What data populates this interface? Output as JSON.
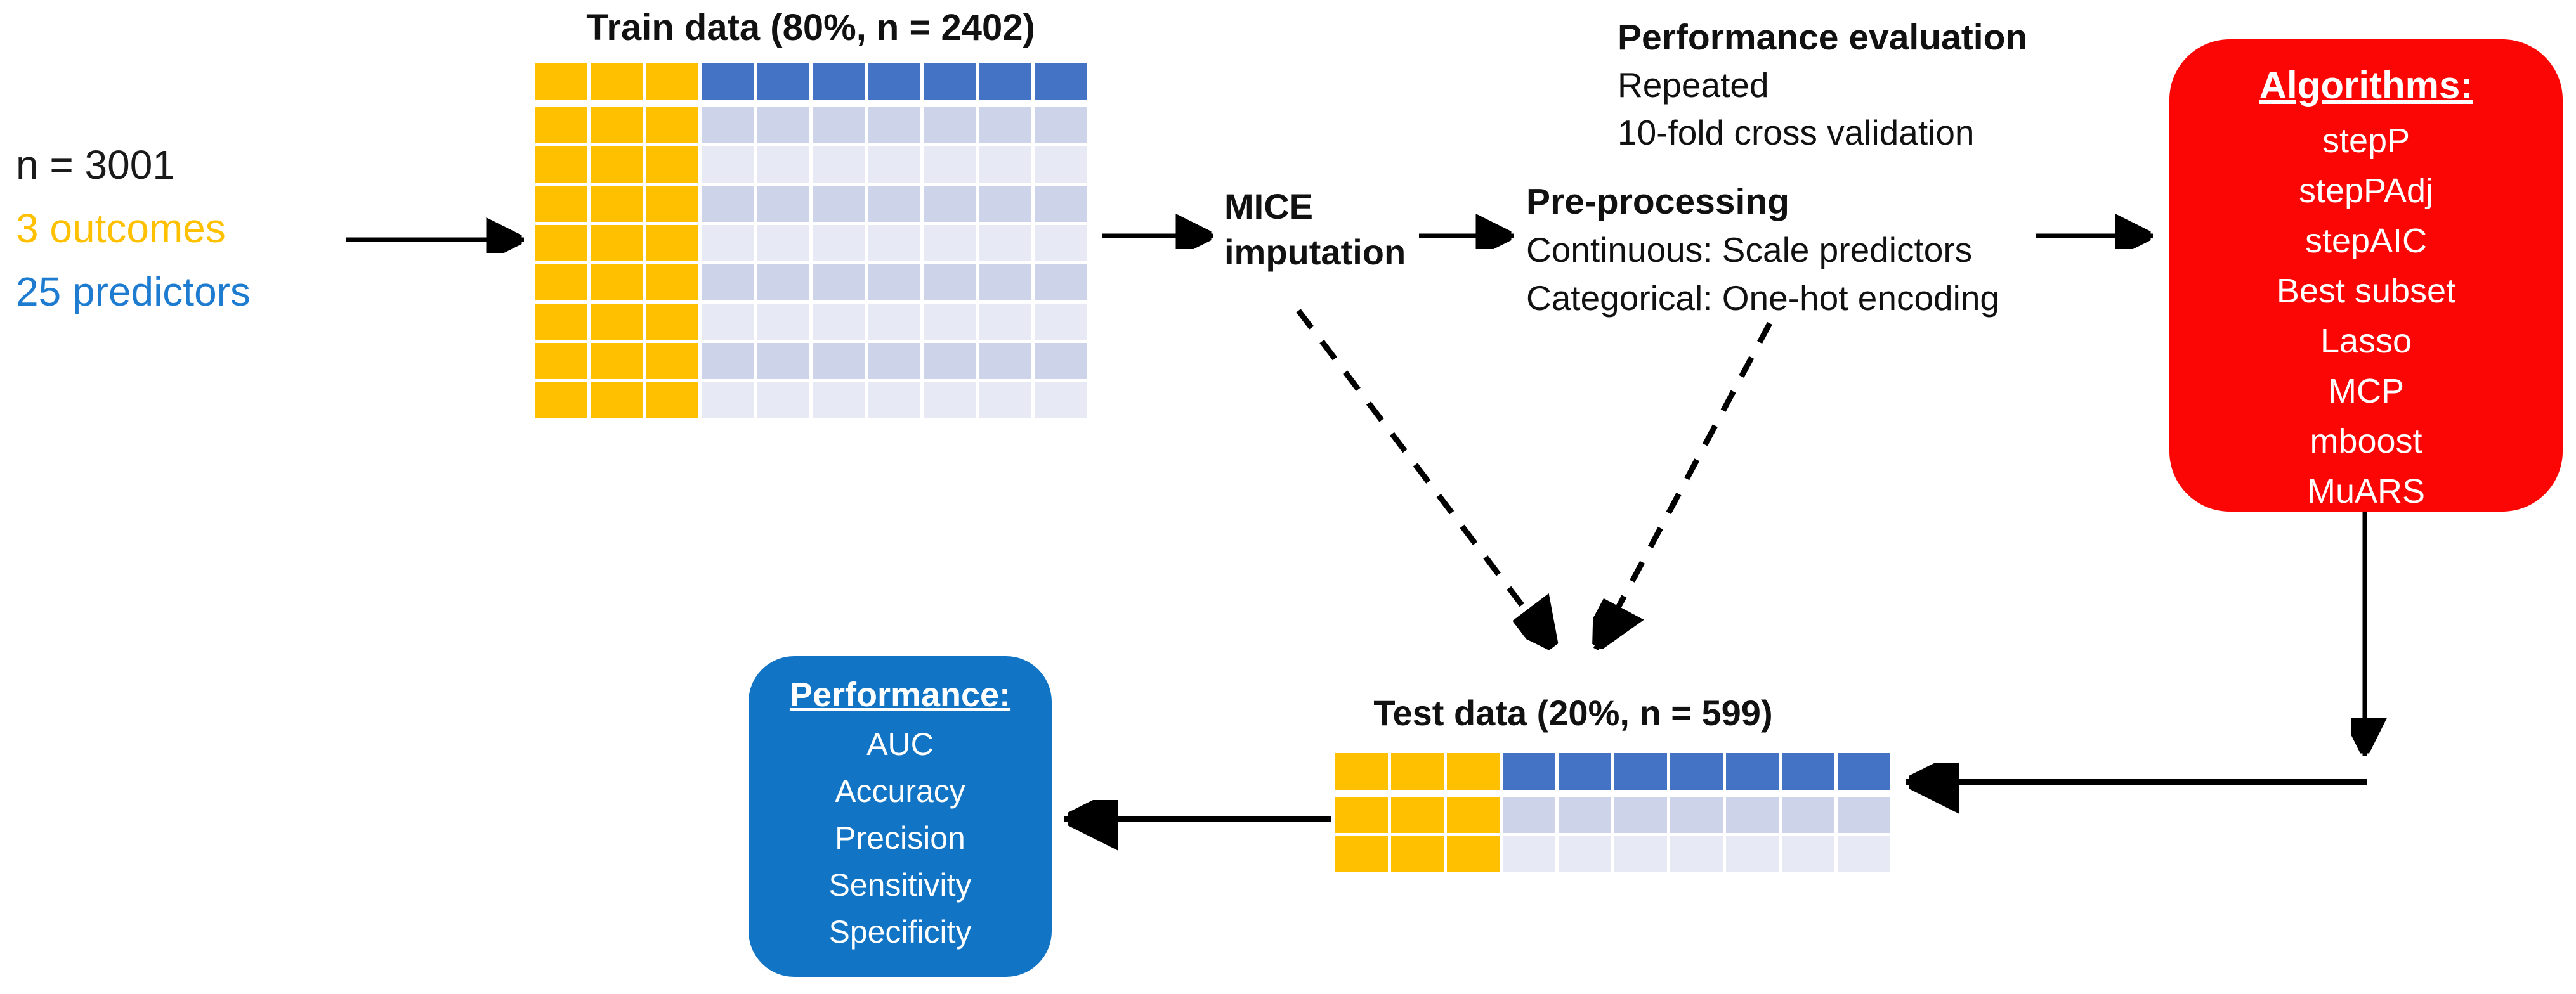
{
  "colors": {
    "outcome_yellow": "#FFC000",
    "predictor_blue": "#1E7CD0",
    "header_blue": "#4472C4",
    "row_dark": "#CDD4E9",
    "row_light": "#E7EAF5",
    "algorithms_red": "#FB0505",
    "performance_blue": "#1274C5",
    "arrow_black": "#000000"
  },
  "intro": {
    "sample_size": "n = 3001",
    "outcomes": "3 outcomes",
    "predictors": "25 predictors"
  },
  "train": {
    "title": "Train data (80%, n = 2402)"
  },
  "mice": {
    "line1": "MICE",
    "line2": "imputation"
  },
  "evaluation": {
    "title": "Performance evaluation",
    "line1": "Repeated",
    "line2": "10-fold cross validation"
  },
  "preprocessing": {
    "title": "Pre-processing",
    "line1": "Continuous: Scale predictors",
    "line2": "Categorical: One-hot encoding"
  },
  "algorithms": {
    "title": "Algorithms:",
    "items": [
      "stepP",
      "stepPAdj",
      "stepAIC",
      "Best subset",
      "Lasso",
      "MCP",
      "mboost",
      "MuARS"
    ]
  },
  "test": {
    "title": "Test data (20%, n = 599)"
  },
  "performance": {
    "title": "Performance:",
    "items": [
      "AUC",
      "Accuracy",
      "Precision",
      "Sensitivity",
      "Specificity"
    ]
  },
  "grids": {
    "train": {
      "columns": 10,
      "yellow_columns": 3,
      "rows": [
        "header",
        "shade-a",
        "shade-b",
        "shade-a",
        "shade-b",
        "shade-a",
        "shade-b",
        "shade-a",
        "shade-b"
      ]
    },
    "test": {
      "columns": 10,
      "yellow_columns": 3,
      "rows": [
        "header",
        "shade-a",
        "shade-b"
      ]
    }
  }
}
